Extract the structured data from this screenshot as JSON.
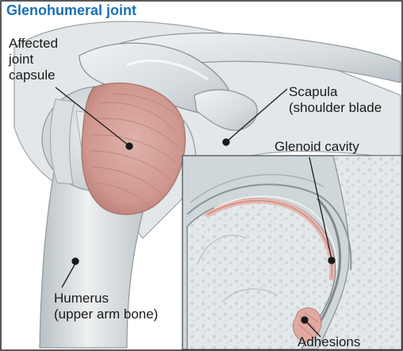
{
  "figure": {
    "title": "Glenohumeral joint"
  },
  "labels": {
    "affected_capsule": [
      "Affected",
      "joint",
      "capsule"
    ],
    "scapula": [
      "Scapula",
      "(shoulder blade"
    ],
    "glenoid": "Glenoid cavity",
    "humerus": [
      "Humerus",
      "(upper arm bone)"
    ],
    "adhesions": "Adhesions"
  },
  "colors": {
    "title": "#1c6fb6",
    "frame": "#222222",
    "capsule": "#d9a49c",
    "bone": "#dadee0",
    "bone_shadow": "#a9b1b6",
    "inset_background": "#cfd7da",
    "cartilage": "#e7b7ae"
  }
}
